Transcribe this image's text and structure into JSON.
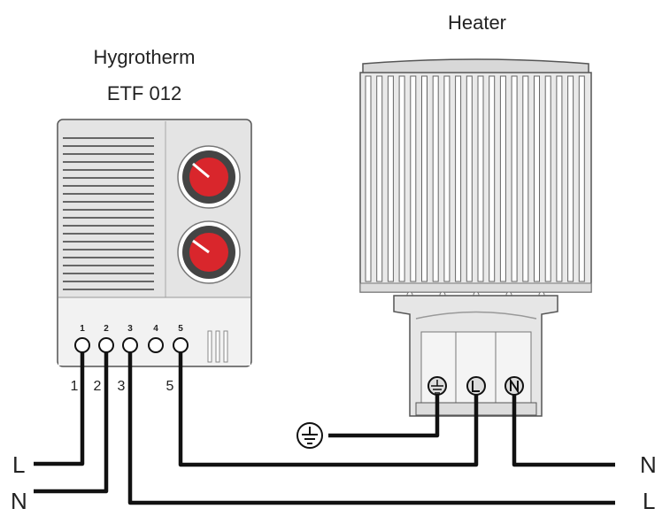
{
  "thermostat": {
    "title_line1": "Hygrotherm",
    "title_line2": "ETF 012",
    "terminal_numbers": [
      "1",
      "2",
      "3",
      "4",
      "5"
    ],
    "wire_labels": [
      "1",
      "2",
      "3",
      "5"
    ]
  },
  "heater": {
    "title": "Heater",
    "terminal_symbols": [
      "ground",
      "L",
      "N"
    ]
  },
  "supply_left": {
    "top": "L",
    "bottom": "N"
  },
  "supply_right": {
    "top": "N",
    "bottom": "L"
  },
  "colors": {
    "wire": "#111111",
    "knob_red": "#d9262c",
    "housing": "#e4e4e4",
    "outline": "#555555"
  }
}
